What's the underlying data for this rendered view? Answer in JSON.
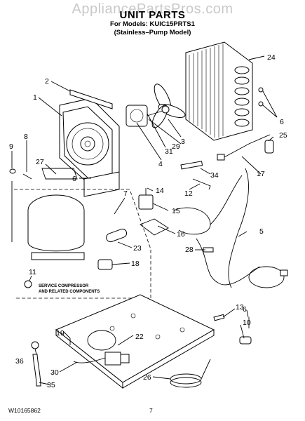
{
  "header": {
    "watermark": "AppliancePartsPros.com",
    "title": "UNIT PARTS",
    "models_line": "For Models: KUIC15PRTS1",
    "variant_line": "(Stainless–Pump Model)"
  },
  "note": {
    "line1": "SERVICE COMPRESSOR",
    "line2": "AND RELATED COMPONENTS"
  },
  "callouts": [
    "1",
    "2",
    "3",
    "4",
    "5",
    "6",
    "6",
    "6",
    "7",
    "8",
    "9",
    "10",
    "11",
    "12",
    "13",
    "14",
    "15",
    "16",
    "17",
    "18",
    "19",
    "22",
    "23",
    "24",
    "25",
    "26",
    "27",
    "28",
    "29",
    "30",
    "31",
    "34",
    "35",
    "36"
  ],
  "footer": {
    "doc_number": "W10165862",
    "page_number": "7"
  }
}
